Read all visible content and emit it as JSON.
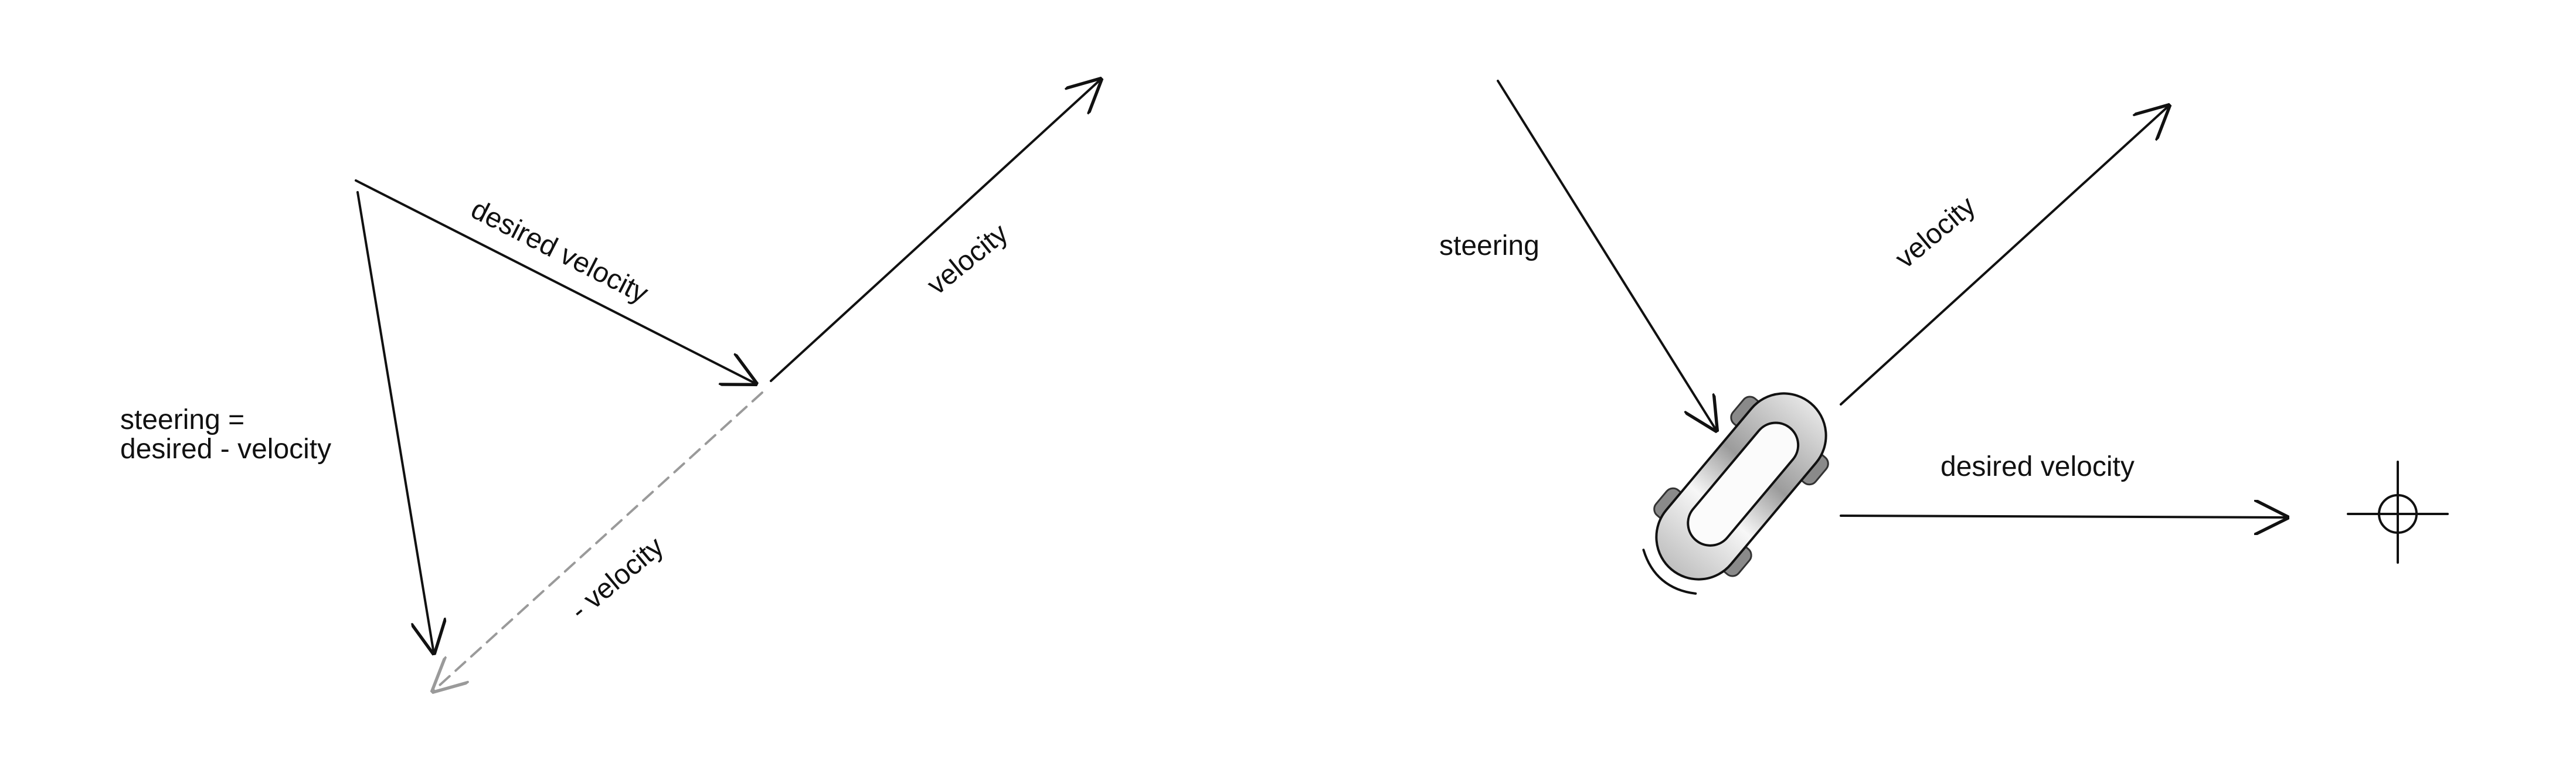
{
  "left_diagram": {
    "desired_velocity_label": "desired velocity",
    "velocity_label": "velocity",
    "steering_label_line1": "steering =",
    "steering_label_line2": "desired - velocity",
    "negative_velocity_label": "- velocity"
  },
  "right_diagram": {
    "steering_label": "steering",
    "velocity_label": "velocity",
    "desired_velocity_label": "desired velocity"
  },
  "colors": {
    "ink": "#111111",
    "dashed_arrow": "#9a9a9a",
    "car_body": "#dcdcdc",
    "car_highlight": "#f7f7f7",
    "wheels": "#8a8a8a"
  },
  "icons": {
    "target": "crosshair-target-icon",
    "vehicle": "car-top-view-icon"
  }
}
